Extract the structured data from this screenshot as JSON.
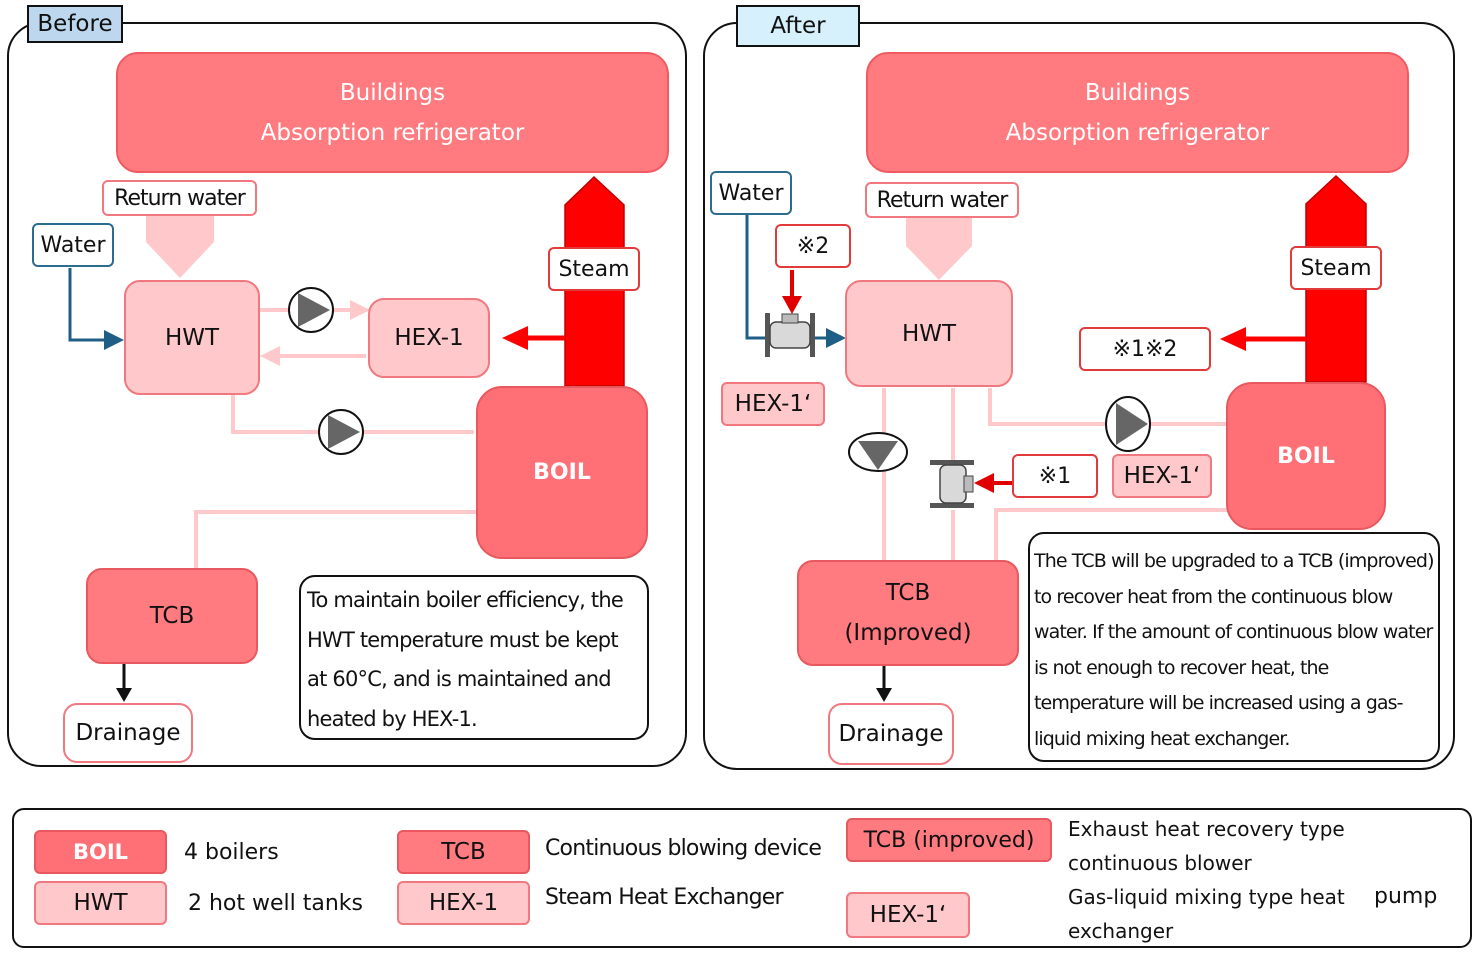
{
  "before": {
    "tag": "Before",
    "buildings_line1": "Buildings",
    "buildings_line2": "Absorption refrigerator",
    "return_water": "Return water",
    "water": "Water",
    "steam": "Steam",
    "hwt": "HWT",
    "hex": "HEX-1",
    "boil": "BOIL",
    "tcb": "TCB",
    "drainage": "Drainage",
    "note": "To maintain boiler efficiency, the HWT temperature must be kept at 60°C, and is maintained and heated by HEX-1."
  },
  "after": {
    "tag": "After",
    "buildings_line1": "Buildings",
    "buildings_line2": "Absorption refrigerator",
    "return_water": "Return water",
    "water": "Water",
    "steam": "Steam",
    "hwt": "HWT",
    "hex_prime_left": "HEX-1‘",
    "hex_prime_right": "HEX-1‘",
    "boil": "BOIL",
    "tcb_line1": "TCB",
    "tcb_line2": "(Improved)",
    "drainage": "Drainage",
    "mark_2": "※2",
    "mark_1_2": "※1※2",
    "mark_1": "※1",
    "note": "The TCB will be upgraded to a TCB (improved) to recover heat from the continuous blow water. If the amount of continuous blow water is not enough to recover heat, the temperature will be increased using a gas-liquid mixing heat exchanger."
  },
  "legend": {
    "boil_label": "BOIL",
    "boil_desc": "4 boilers",
    "hwt_label": "HWT",
    "hwt_desc": "2 hot well tanks",
    "tcb_label": "TCB",
    "tcb_desc": "Continuous blowing device",
    "hex_label": "HEX-1",
    "hex_desc": "Steam Heat Exchanger",
    "tcb_improved_label": "TCB (improved)",
    "tcb_improved_desc": "Exhaust heat recovery type continuous blower",
    "hex_prime_label": "HEX-1‘",
    "hex_prime_desc": "Gas-liquid mixing type heat exchanger",
    "pump_desc": "pump",
    "pump_icon": "pump-icon",
    "mixer_icon": "gas-liquid-mixer-icon"
  },
  "colors": {
    "boiler_red": "#ff6f76",
    "light_pink": "#ffc9cb",
    "steam_red": "#ff0000",
    "water_blue": "#1f5f86",
    "before_tag": "#bcd7ee",
    "after_tag": "#d6f1fb"
  }
}
